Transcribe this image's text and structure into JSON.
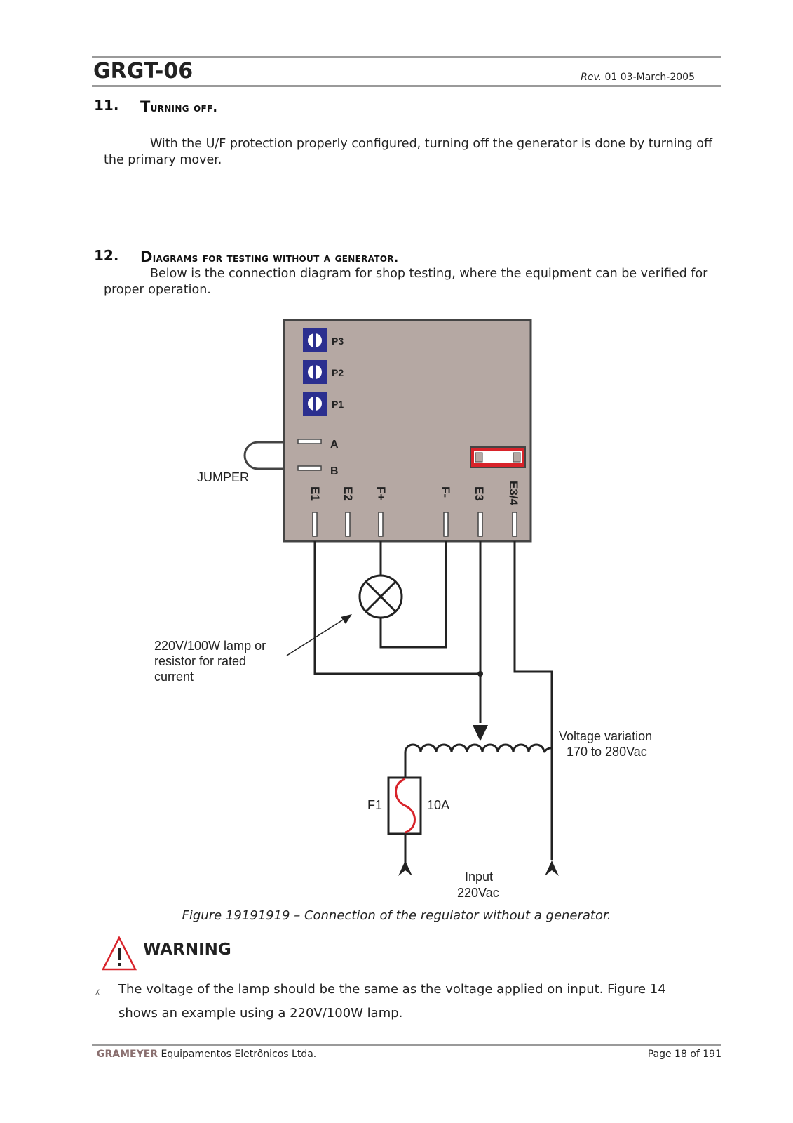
{
  "header": {
    "doc_title": "GRGT-06",
    "rev_label": "Rev.",
    "rev_text": "01  03-March-2005"
  },
  "section11": {
    "number": "11.",
    "title_cap": "T",
    "title_rest": "urning off.",
    "body": "With the U/F protection properly configured, turning off the generator is done by turning off the primary mover."
  },
  "section12": {
    "number": "12.",
    "title_cap": "D",
    "title_rest": "iagrams for testing without a generator.",
    "body": "Below is the connection diagram for shop testing, where the equipment can be verified for proper operation."
  },
  "diagram": {
    "pots": [
      "P3",
      "P2",
      "P1"
    ],
    "jumper_pins": [
      "A",
      "B"
    ],
    "jumper_label": "JUMPER",
    "terminals": [
      "E1",
      "E2",
      "F+",
      "F-",
      "E3",
      "E3/4"
    ],
    "lamp_label": [
      "220V/100W lamp or",
      "resistor for rated",
      "current"
    ],
    "voltage_label": [
      "Voltage variation",
      "170 to 280Vac"
    ],
    "fuse_label": "F1",
    "fuse_rating": "10A",
    "input_label": [
      "Input",
      "220Vac"
    ],
    "colors": {
      "box": "#b5a8a3",
      "pot": "#2b2f8f",
      "fuse": "#d8232a",
      "wire": "#222222"
    }
  },
  "figure": {
    "caption": "Figure 19191919 – Connection of the regulator without a generator."
  },
  "warning": {
    "title": "WARNING",
    "bullet_icon": "lightning-bullet-icon",
    "text": "The voltage of the lamp should be the same as the voltage applied on input. Figure 14 shows an example using a 220V/100W lamp."
  },
  "footer": {
    "company": "GRAMEYER",
    "company_rest": " Equipamentos Eletrônicos Ltda.",
    "page": "Page 18 of 191"
  }
}
